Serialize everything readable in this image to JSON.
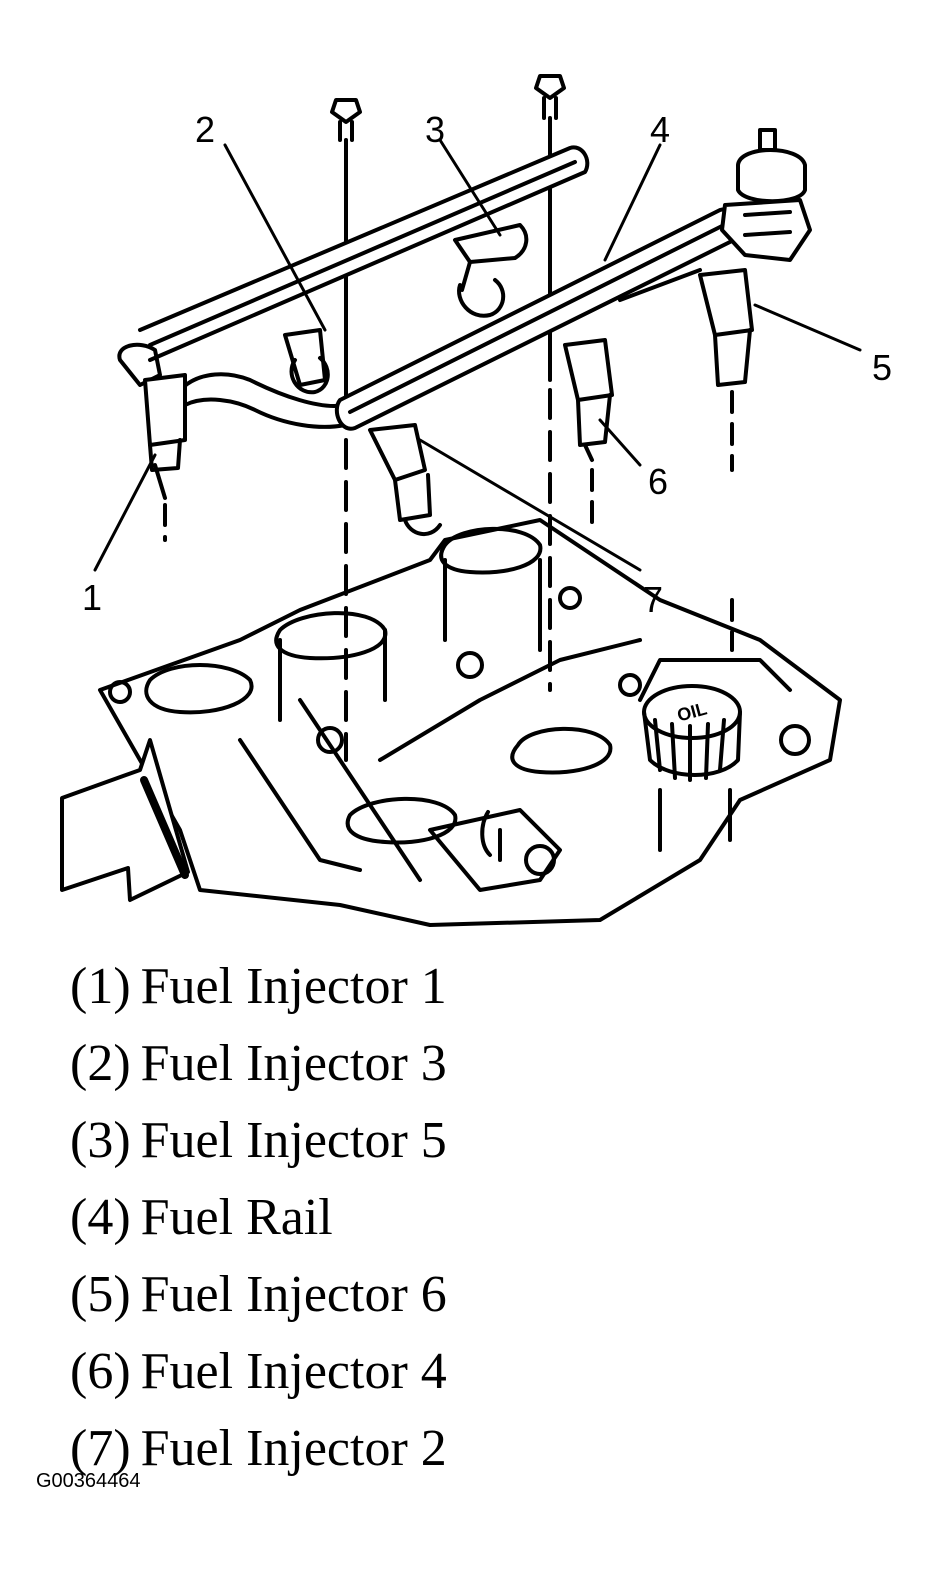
{
  "callouts": [
    "1",
    "2",
    "3",
    "4",
    "5",
    "6",
    "7"
  ],
  "legend": [
    {
      "key": "(1)",
      "label": "Fuel Injector 1"
    },
    {
      "key": "(2)",
      "label": "Fuel Injector 3"
    },
    {
      "key": "(3)",
      "label": "Fuel Injector 5"
    },
    {
      "key": "(4)",
      "label": "Fuel Rail"
    },
    {
      "key": "(5)",
      "label": "Fuel Injector 6"
    },
    {
      "key": "(6)",
      "label": "Fuel Injector 4"
    },
    {
      "key": "(7)",
      "label": "Fuel Injector 2"
    }
  ],
  "figure_id": "G00364464",
  "cap_text": "OIL"
}
